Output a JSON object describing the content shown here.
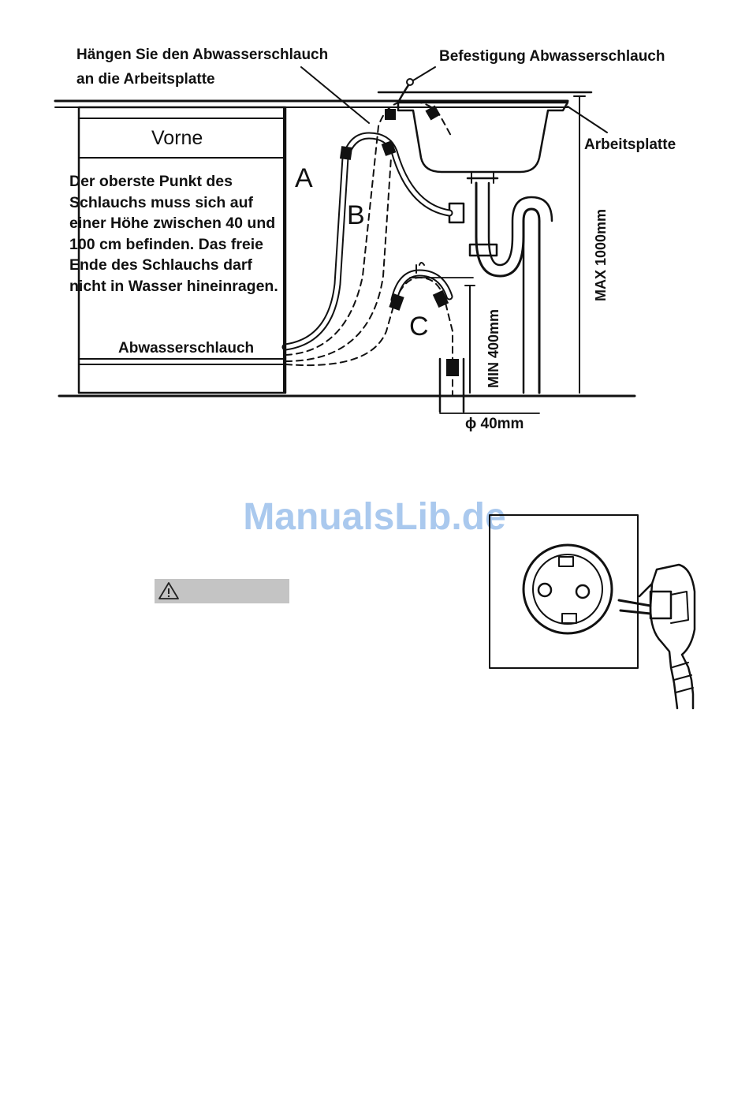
{
  "diagram": {
    "label_hang": "Hängen Sie den Abwasserschlauch",
    "label_hang_line2": "an die Arbeitsplatte",
    "label_fixing": "Befestigung Abwasserschlauch",
    "label_countertop": "Arbeitsplatte",
    "label_front": "Vorne",
    "instructions": "Der oberste Punkt des Schlauchs muss sich auf einer Höhe zwischen 40 und 100 cm befinden. Das freie Ende des Schlauchs darf nicht in Wasser hineinragen.",
    "label_drain_hose": "Abwasserschlauch",
    "letter_a": "A",
    "letter_b": "B",
    "letter_c": "C",
    "label_max": "MAX 1000mm",
    "label_min": "MIN 400mm",
    "label_diameter": "ϕ 40mm"
  },
  "watermark": "ManualsLib.de",
  "icons": {
    "warning": "warning-triangle-icon",
    "socket": "power-socket-plug-icon"
  }
}
